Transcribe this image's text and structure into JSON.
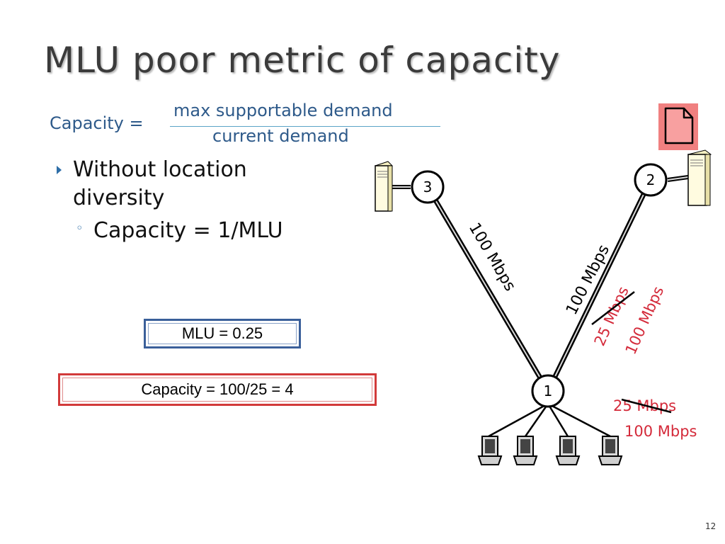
{
  "slide": {
    "title": "MLU poor metric of capacity",
    "formula": {
      "label": "Capacity =",
      "numerator": "max supportable demand",
      "denominator": "current demand"
    },
    "bullets": [
      {
        "text": "Without location diversity",
        "sub": [
          "Capacity = 1/MLU"
        ]
      }
    ],
    "boxes": {
      "mlu": "MLU = 0.25",
      "capacity": "Capacity = 100/25  = 4"
    },
    "page_number": "12",
    "colors": {
      "title": "#3b3b3b",
      "formula_text": "#2e5a8a",
      "mlu_box_border": "#3a5f9a",
      "capacity_box_border": "#d23a3a",
      "red_annotation": "#d42a3a",
      "file_icon_fill": "#f08080"
    }
  },
  "diagram": {
    "nodes": [
      {
        "id": "node-1",
        "label": "1"
      },
      {
        "id": "node-2",
        "label": "2"
      },
      {
        "id": "node-3",
        "label": "3"
      }
    ],
    "links": {
      "left": "100 Mbps",
      "right": "100 Mbps"
    },
    "annotations": {
      "right_old": "25 Mbps",
      "right_new": "100 Mbps",
      "access_old": "25 Mbps",
      "access_new": "100 Mbps"
    },
    "icons": [
      "server-icon",
      "server-icon",
      "file-icon",
      "laptop-icon",
      "laptop-icon",
      "laptop-icon",
      "laptop-icon"
    ]
  }
}
